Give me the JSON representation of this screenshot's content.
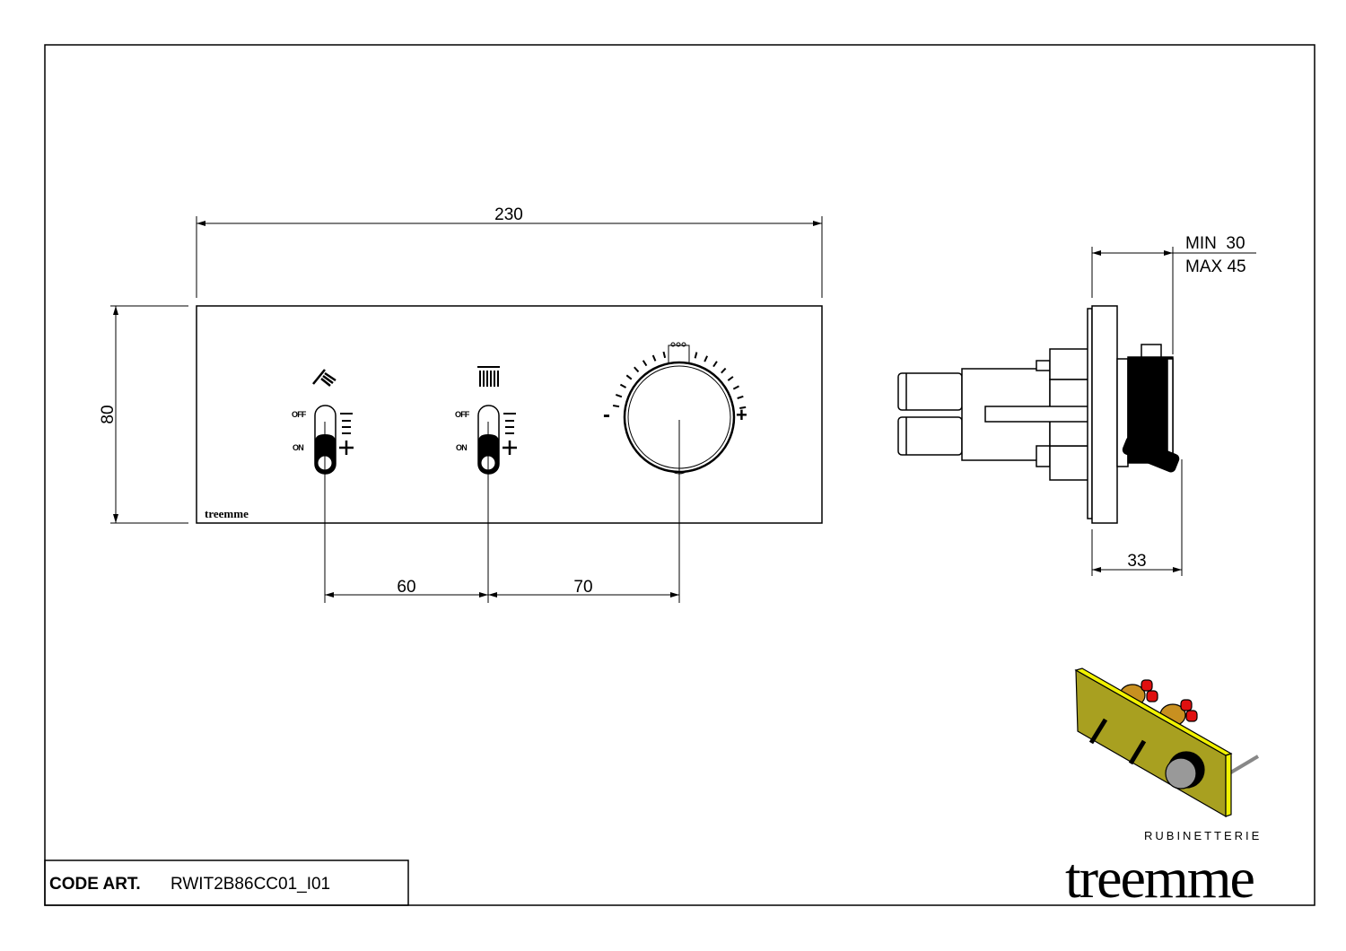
{
  "drawing": {
    "dimensions": {
      "width": "230",
      "height": "80",
      "spacing_1": "60",
      "spacing_2": "70",
      "depth": "33",
      "depth_min": "MIN  30",
      "depth_max": "MAX 45"
    },
    "front_panel": {
      "plate_logo": "treemme",
      "toggle_1": {
        "off_label": "OFF",
        "on_label": "ON",
        "icon": "hand-shower-icon"
      },
      "toggle_2": {
        "off_label": "OFF",
        "on_label": "ON",
        "icon": "overhead-shower-icon"
      },
      "knob": {
        "min_symbol": "-",
        "max_symbol": "+"
      }
    }
  },
  "title_block": {
    "code_label": "CODE ART.",
    "code_value": "RWIT2B86CC01_I01"
  },
  "brand": {
    "tagline": "RUBINETTERIE",
    "name": "treemme"
  },
  "colors": {
    "plate_3d": "#a8a020",
    "plate_edge": "#f2f200",
    "caps": "#e01010",
    "brass": "#c89020"
  }
}
